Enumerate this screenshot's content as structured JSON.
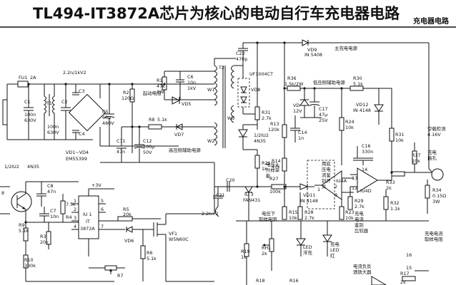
{
  "header": {
    "title": "TL494-IT3872A芯片为核心的电动自行车充电器电路",
    "corner_label": "充电器电路"
  },
  "labels": {
    "fu1": "FU1",
    "fu1_val": "2A",
    "c1": "C1",
    "c1_v1": "100n",
    "c1_v2": "630V",
    "t1": "T1",
    "c2": "C2",
    "c2_v1": "100n",
    "c2_v2": "630V",
    "c3_top": "2.2n/1kV2",
    "c3": "C3",
    "c4": "C4",
    "vd1vd4": "VD1~VD4",
    "em": "EM55399",
    "c5": "C5",
    "c5_v1": "68μ",
    "c5_v2": "480V",
    "r2": "R2",
    "r2_v": "120Ω",
    "r1": "R1",
    "r1_v1": "47k",
    "r1_v2": "1W",
    "c6": "C6",
    "c6_v1": "10n",
    "c6_v2": "1kV",
    "start_res": "起动电阻",
    "vd5": "VD5",
    "r8": "R8",
    "r8_v": "5.1k",
    "vd7": "VD7",
    "c71": "C71",
    "c71_v": "47n",
    "c12": "C12",
    "c12_v1": "100μ",
    "c12_v2": "50V",
    "hv_aux": "高压侧辅助电源",
    "t2": "T2",
    "w1": "W1",
    "w2": "W2",
    "w3": "W3",
    "c23": "C23",
    "c23_v": "470p",
    "vd9": "VD9",
    "vd9_v": "IN 5408",
    "main_out": "主充电电源",
    "uf": "UF1004CT",
    "vd8": "VD8",
    "r31": "R31",
    "r31_v": "2.7k",
    "r36": "R36",
    "r36_v": "1.5k/2W",
    "lv_aux": "低压侧辅助电源",
    "r30": "R30",
    "r30_v": "5.1k",
    "vd": "VD",
    "vd_v": "12V",
    "c17": "C17",
    "c17_v1": "47μ",
    "c17_v2": "25V",
    "vd12": "VD12",
    "vd12_v": "IN 4148",
    "r13": "R13",
    "r13_v": "120k",
    "c14": "C14",
    "c14_v": "1n",
    "r24": "R24",
    "r24_v": "10k",
    "r31b": "R31",
    "r31b_v": "10k",
    "load_det": "空载检测",
    "load_v": "4.16V",
    "u2": "1/2IU2",
    "u2_v": "4N35",
    "c16": "C16",
    "c16_v": "330n",
    "r37": "R37",
    "r37_v": "10k",
    "plug1": "充电",
    "plug2": "插孔",
    "r14": "R14",
    "r14_v": "47k",
    "r21": "R21",
    "r21_v": "1k",
    "vpos": "电压上",
    "vpos2": "升样单",
    "vpos3": "能",
    "c20": "C20",
    "r27": "R27",
    "r27_v": "100k",
    "relay1": "用底",
    "relay2": "压电",
    "relay3": "流鉴",
    "relay4": "别开",
    "relay5": "关",
    "iu4a": "IU4A",
    "iu4d": "IU4D",
    "r33": "R33",
    "r33_v": "2k",
    "r34": "R34",
    "r34_v1": "0.15Ω",
    "r34_v2": "3W",
    "c21": "C21",
    "c21_v": "2.2n×2",
    "iu3": "IU 3",
    "iu3_v": "FAN431",
    "vd11": "VD11",
    "vd11_v": "IN 4148",
    "vsamp1": "电压下",
    "vsamp2": "取样电阻",
    "r15": "R15",
    "r15_v": "10k",
    "r28": "R28",
    "r28_v": "2.7k",
    "r23": "R23",
    "r23_v": "10k",
    "r29": "R29",
    "r29_v": "2.7k",
    "icmp1": "充电",
    "icmp2": "电流",
    "icmp3": "鉴别",
    "icmp4": "比较器",
    "r32": "R32",
    "r32_v": "1.1k",
    "isamp1": "充电电流",
    "isamp2": "取样电阻",
    "rh1": "RH1",
    "rh1_v": "2k",
    "led_g1": "LED",
    "led_g2": "浮充",
    "led_r1": "充电",
    "led_r2": "LED",
    "led_r3": "红",
    "r19": "R19",
    "r19_v": "1k",
    "r18": "R18",
    "r16": "R16",
    "amp1": "电流负反",
    "amp2": "馈放大器",
    "r17": "R17",
    "r17_v": "2k",
    "u1": "IU 1",
    "u1_it": "IT",
    "u1_part": "3872A",
    "u2a": "1/2IU2",
    "u2a_v": "4N35",
    "c8": "C8",
    "c8_v": "47n",
    "r4": "R4",
    "r4_v": "7.5k",
    "c7": "C7",
    "c7_v": "10n",
    "r9": "R9",
    "r9_v": "5.1k",
    "r3": "R3",
    "r3_v": "20k",
    "r10": "R10",
    "r10_v": "330k",
    "r5": "R5",
    "r5_v": "20k",
    "vd6": "VD6",
    "vf1": "VF1",
    "vf1_v": "W5N60C",
    "r6": "R6",
    "r6_v": "5.1k",
    "r7": "R7",
    "plus3v": "+3V",
    "pin8": "8",
    "pin1": "1",
    "pin2": "2",
    "pin3": "3",
    "pin4": "4",
    "pin5": "5",
    "pin6": "6",
    "pin7": "7",
    "pin14": "14",
    "pin13": "13",
    "pin12": "12",
    "pin16": "16",
    "pin15": "15",
    "op_pin1": "1",
    "op_pin2": "2",
    "op_pin3": "3"
  }
}
